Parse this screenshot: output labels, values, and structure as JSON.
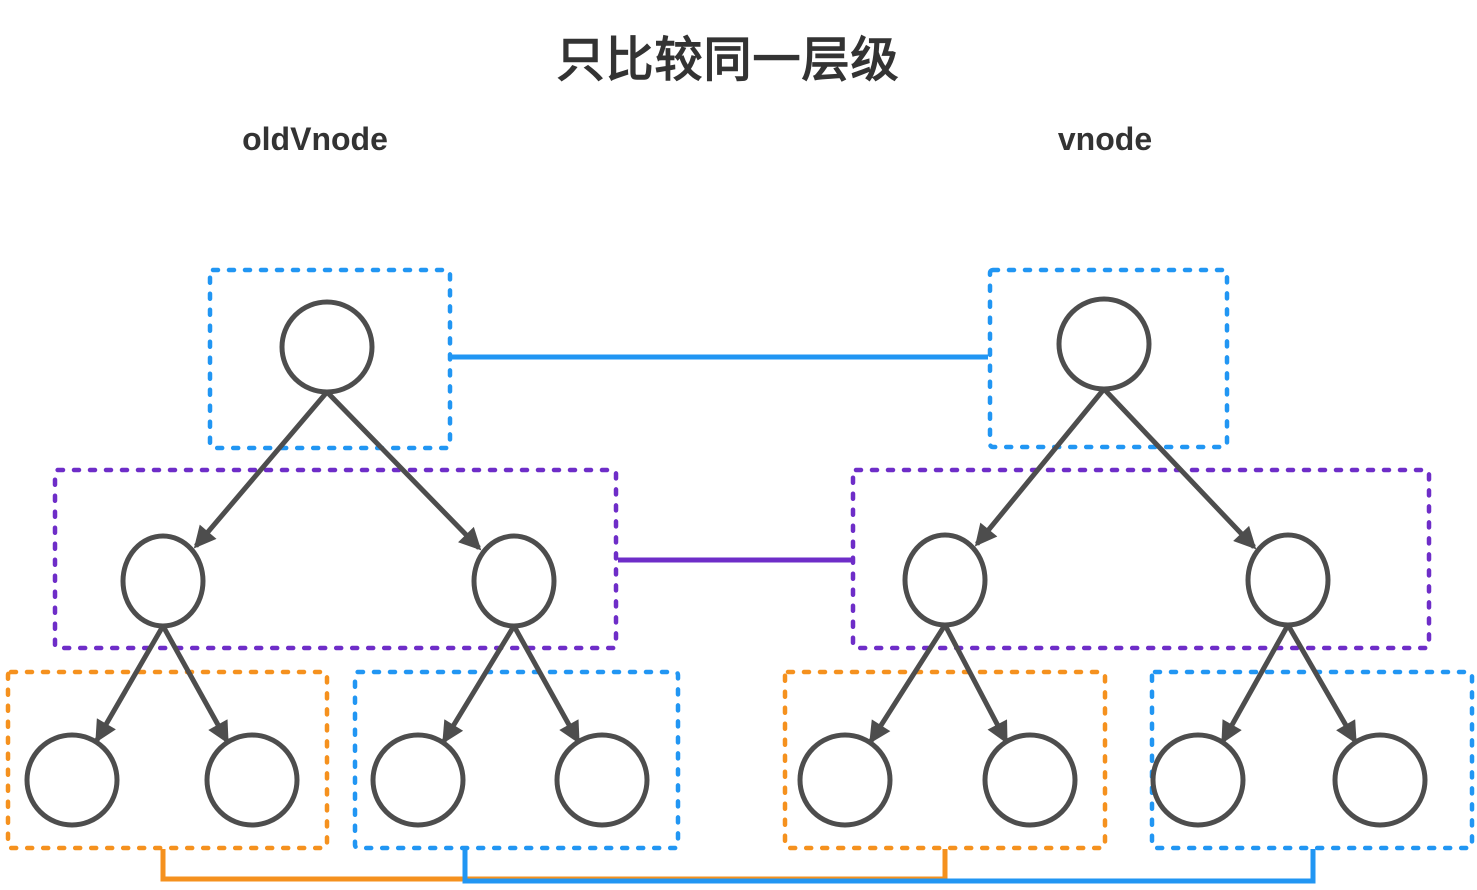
{
  "title": "只比较同一层级",
  "trees": {
    "left": {
      "label": "oldVnode"
    },
    "right": {
      "label": "vnode"
    }
  },
  "colors": {
    "blue": "#2196f3",
    "purple": "#6e2dc8",
    "orange": "#f5911e",
    "node": "#4d4d4d",
    "text": "#333333",
    "bg": "#ffffff"
  },
  "compare_links": [
    {
      "level": "root",
      "color_name": "blue"
    },
    {
      "level": "children",
      "color_name": "purple"
    },
    {
      "level": "left-leaves",
      "color_name": "orange"
    },
    {
      "level": "right-leaves",
      "color_name": "blue"
    }
  ]
}
